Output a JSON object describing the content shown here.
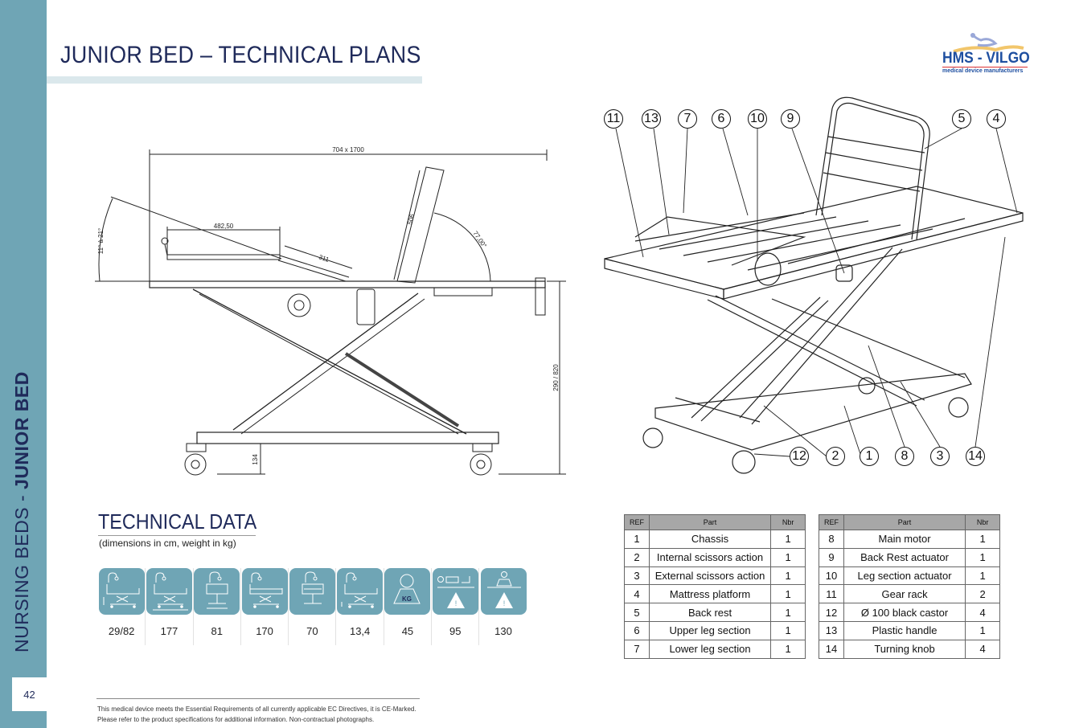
{
  "sidebar": {
    "section": "NURSING BEDS - ",
    "product": "JUNIOR BED",
    "page_number": "42"
  },
  "header": {
    "title": "JUNIOR BED – TECHNICAL PLANS"
  },
  "logo": {
    "name": "HMS - VILGO",
    "tagline": "medical device manufacturers",
    "colors": {
      "blue": "#1e4fa0",
      "red": "#d33333"
    }
  },
  "side_view": {
    "dimensions": {
      "overall": "704 x 1700",
      "back_section": "482,50",
      "seat": "311",
      "backrest": "506",
      "backrest_angle": "77,00°",
      "tilt": "11° à 21°",
      "height": "290 / 820",
      "clearance": "134"
    }
  },
  "callouts_top": [
    "11",
    "13",
    "7",
    "6",
    "10",
    "9",
    "5",
    "4"
  ],
  "callouts_bottom": [
    "12",
    "2",
    "1",
    "8",
    "3",
    "14"
  ],
  "technical_data": {
    "title": "TECHNICAL DATA",
    "subtitle": "(dimensions in cm, weight in kg)",
    "items": [
      {
        "icon": "bed-height-icon",
        "value": "29/82"
      },
      {
        "icon": "overall-length-icon",
        "value": "177"
      },
      {
        "icon": "overall-width-icon",
        "value": "81"
      },
      {
        "icon": "mattress-length-icon",
        "value": "170"
      },
      {
        "icon": "mattress-width-icon",
        "value": "70"
      },
      {
        "icon": "ground-clearance-icon",
        "value": "13,4"
      },
      {
        "icon": "weight-icon",
        "value": "45",
        "label": "KG"
      },
      {
        "icon": "safe-load-icon",
        "value": "95"
      },
      {
        "icon": "max-patient-weight-icon",
        "value": "130"
      }
    ]
  },
  "parts_table": {
    "headers": [
      "REF",
      "Part",
      "Nbr"
    ],
    "left": [
      [
        "1",
        "Chassis",
        "1"
      ],
      [
        "2",
        "Internal scissors action",
        "1"
      ],
      [
        "3",
        "External scissors action",
        "1"
      ],
      [
        "4",
        "Mattress platform",
        "1"
      ],
      [
        "5",
        "Back rest",
        "1"
      ],
      [
        "6",
        "Upper leg section",
        "1"
      ],
      [
        "7",
        "Lower leg section",
        "1"
      ]
    ],
    "right": [
      [
        "8",
        "Main motor",
        "1"
      ],
      [
        "9",
        "Back Rest actuator",
        "1"
      ],
      [
        "10",
        "Leg section actuator",
        "1"
      ],
      [
        "11",
        "Gear rack",
        "2"
      ],
      [
        "12",
        "Ø 100 black castor",
        "4"
      ],
      [
        "13",
        "Plastic handle",
        "1"
      ],
      [
        "14",
        "Turning knob",
        "4"
      ]
    ]
  },
  "footer": {
    "line1": "This medical device meets the Essential Requirements of all currently applicable EC Directives, it is CE-Marked.",
    "line2": "Please refer to the product specifications for additional information. Non-contractual photographs."
  },
  "colors": {
    "accent": "#6fa5b5",
    "navy": "#1f2a5a",
    "title_bar": "#dbe8ec",
    "table_header": "#a7a7a7"
  }
}
